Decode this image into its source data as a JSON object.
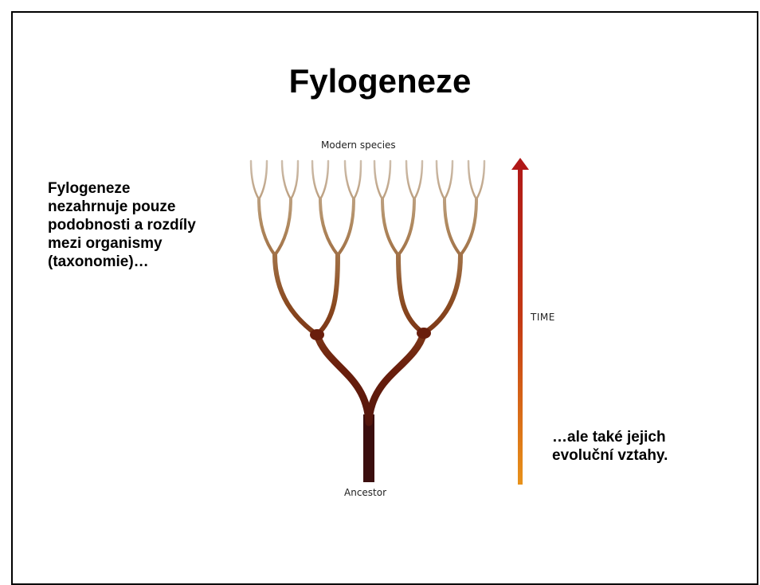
{
  "slide": {
    "title": "Fylogeneze",
    "left_text": [
      "Fylogeneze",
      "nezahrnuje pouze",
      "podobnosti a rozdíly",
      "mezi organismy",
      "(taxonomie)…"
    ],
    "right_text": [
      "…ale také jejich",
      "evoluční vztahy."
    ]
  },
  "diagram": {
    "top_label": "Modern species",
    "bottom_label": "Ancestor",
    "axis_label": "TIME",
    "colors": {
      "trunk": "#3b0e0e",
      "mid": "#7a2a0e",
      "upper": "#a8804f",
      "tips": "#c9b8a8",
      "arrow_top": "#b01818",
      "arrow_bottom": "#e8901a"
    }
  }
}
